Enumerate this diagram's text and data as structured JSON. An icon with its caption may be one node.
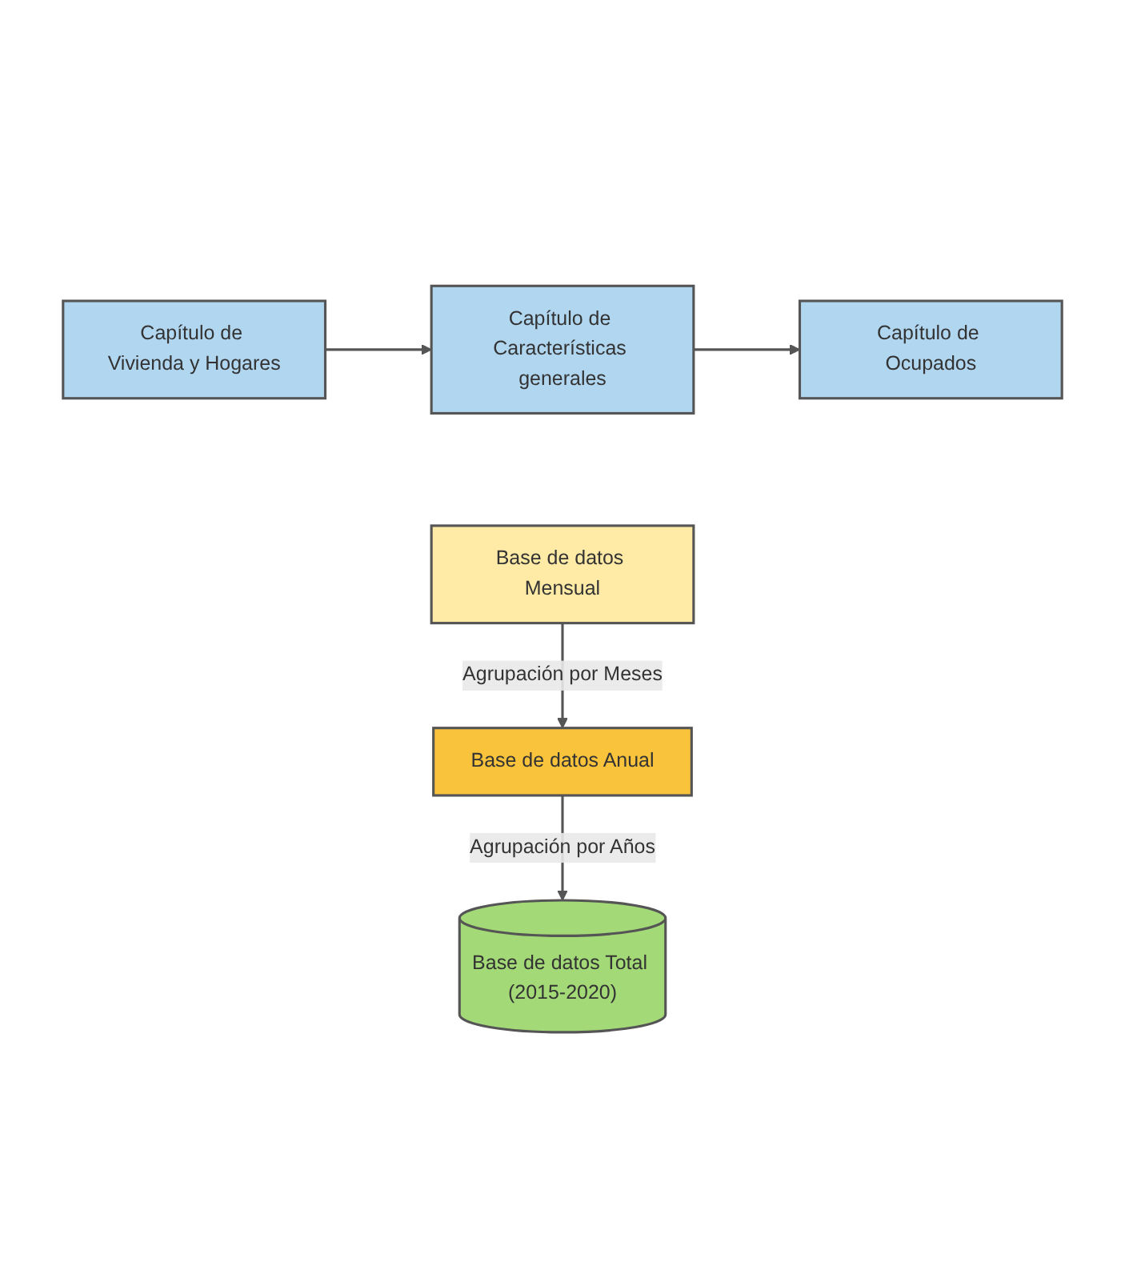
{
  "diagram": {
    "nodes": [
      {
        "text": [
          "Capítulo de Vivienda y Hogares"
        ]
      },
      {
        "text": [
          "Capítulo de Características generales"
        ]
      },
      {
        "text": [
          "Capítulo de Ocupados"
        ]
      },
      {
        "text": [
          "Base de datos Mensual"
        ]
      },
      {
        "text": [
          "Base de datos Anual"
        ]
      },
      {
        "text": [
          "Base de datos Total (2015-2020)"
        ]
      }
    ],
    "edges": [
      {
        "from": 0,
        "to": 1,
        "arrow": "to"
      },
      {
        "from": 1,
        "to": 2,
        "arrow": "to"
      },
      {
        "from": 3,
        "to": 4,
        "arrow": "to",
        "label": "Agrupación por Meses"
      },
      {
        "from": 4,
        "to": 5,
        "arrow": "to",
        "label": "Agrupación por Años"
      }
    ]
  }
}
